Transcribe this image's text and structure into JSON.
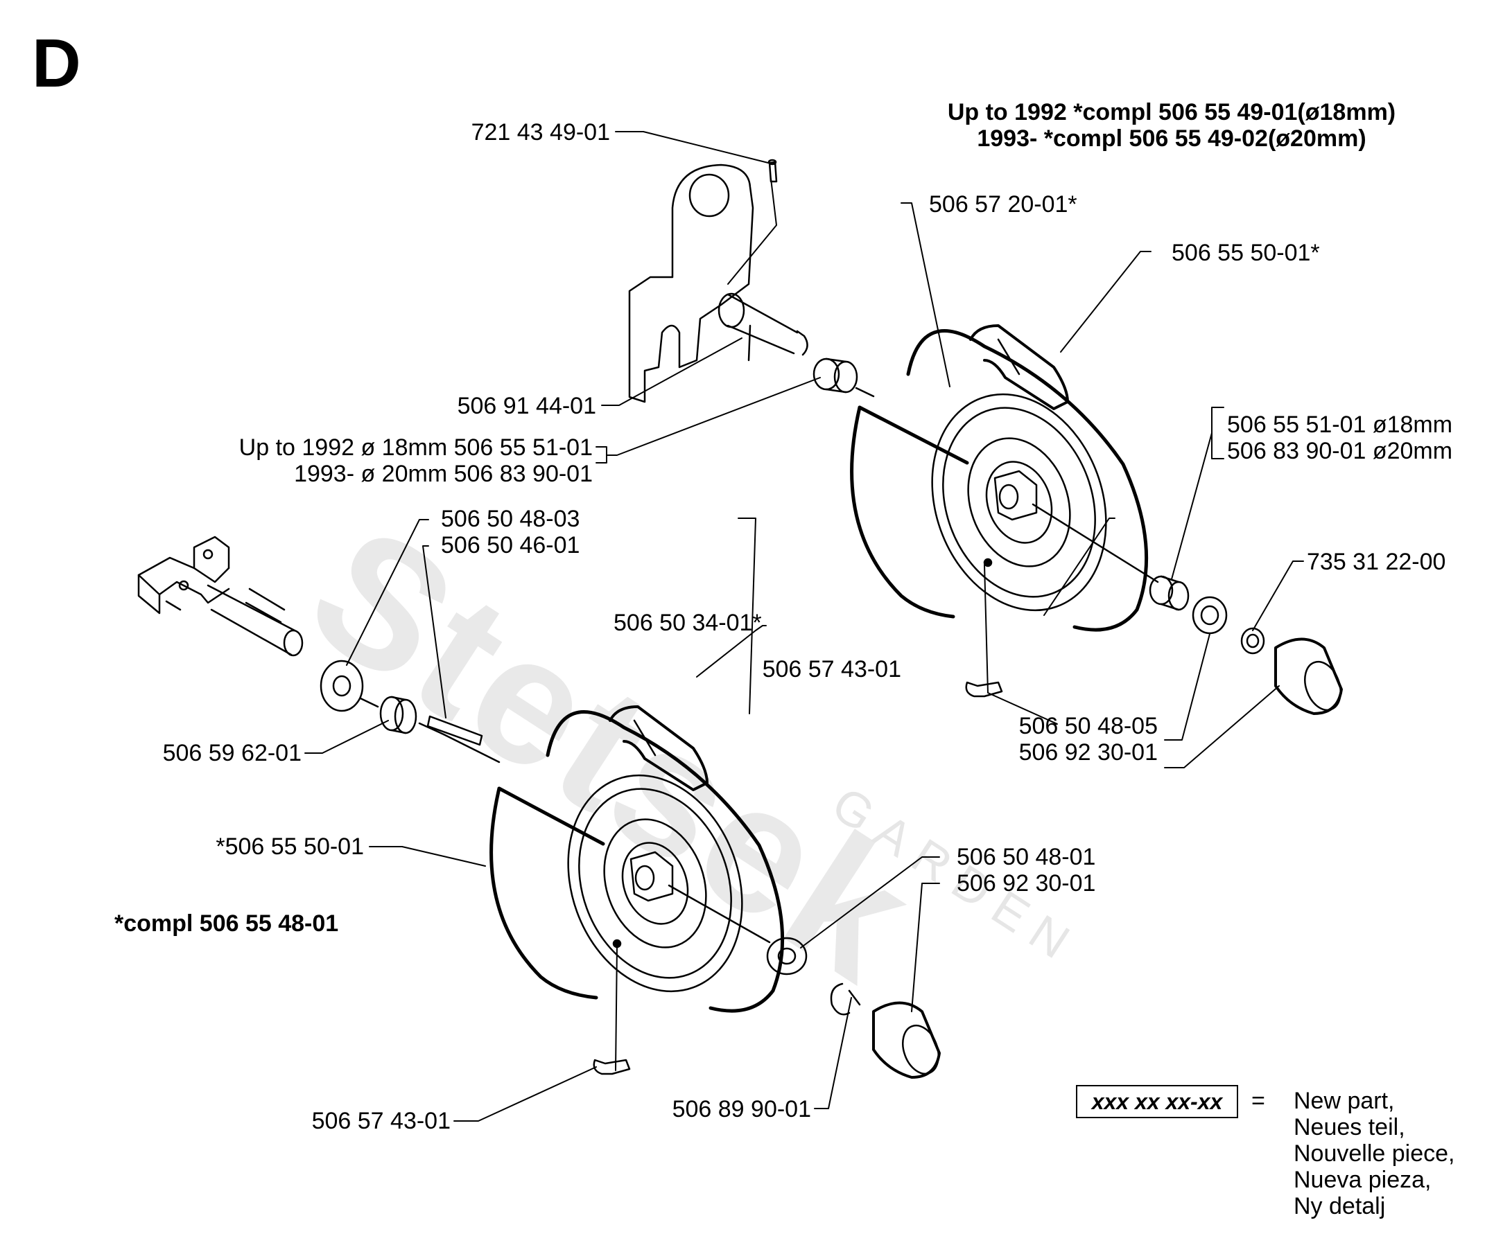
{
  "section_letter": "D",
  "watermark": {
    "brand": "Stetsek",
    "sub": "GARDEN"
  },
  "notes": {
    "top_line1": "Up to 1992 *compl 506 55 49-01(ø18mm)",
    "top_line2": "1993- *compl 506 55 49-02(ø20mm)",
    "bottom_left": "*compl 506 55 48-01"
  },
  "callouts": {
    "c721_43_49_01": "721 43 49-01",
    "c506_57_20_01": "506 57 20-01*",
    "c506_55_50_01_top": "506 55 50-01*",
    "c506_91_44_01": "506 91 44-01",
    "c_upto1992_left": "Up to 1992 ø 18mm 506 55 51-01",
    "c_1993_left": "1993- ø 20mm 506 83 90-01",
    "c506_55_51_01_right": "506 55 51-01 ø18mm",
    "c506_83_90_01_right": "506 83 90-01 ø20mm",
    "c506_50_48_03": "506 50 48-03",
    "c506_50_46_01": "506 50 46-01",
    "c735_31_22_00": "735 31 22-00",
    "c506_50_34_01": "506 50 34-01*",
    "c506_57_43_01_top": "506 57 43-01",
    "c506_50_48_05": "506 50 48-05",
    "c506_92_30_01_top": "506 92 30-01",
    "c506_59_62_01": "506 59 62-01",
    "c506_55_50_01_bottom": "*506 55 50-01",
    "c506_50_48_01": "506 50 48-01",
    "c506_92_30_01_bottom": "506 92 30-01",
    "c506_57_43_01_bottom": "506 57 43-01",
    "c506_89_90_01": "506 89 90-01"
  },
  "legend": {
    "box_text": "xxx xx xx-xx",
    "equals": "=",
    "lines": [
      "New part,",
      "Neues teil,",
      "Nouvelle piece,",
      "Nueva pieza,",
      "Ny detalj"
    ]
  }
}
